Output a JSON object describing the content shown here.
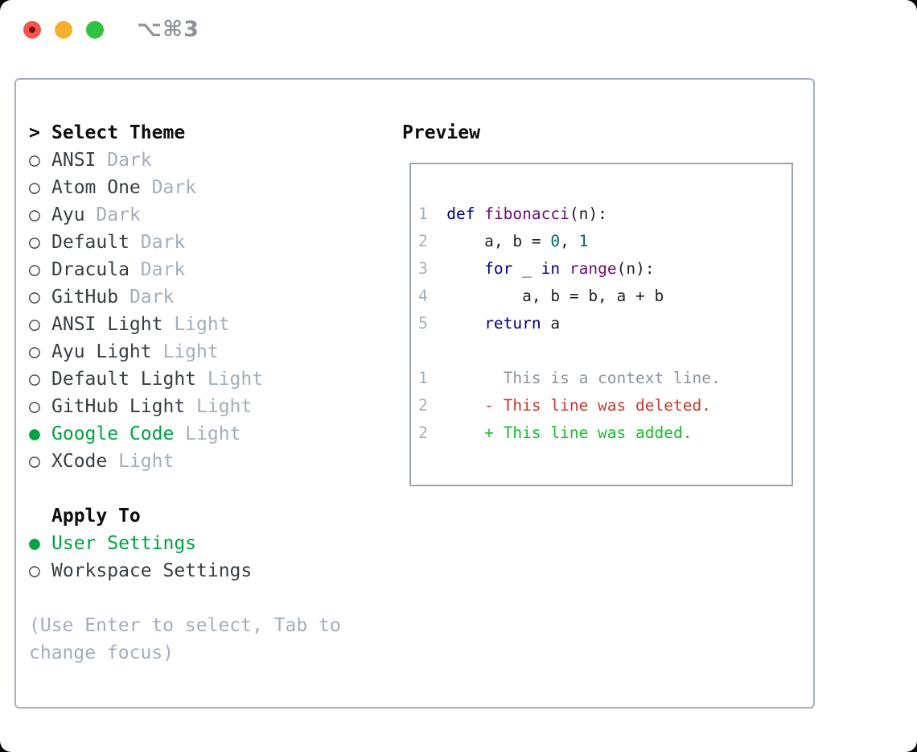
{
  "window": {
    "title": "⌥⌘3",
    "traffic_lights": [
      "close-button",
      "minimize-button",
      "zoom-button"
    ]
  },
  "colors": {
    "traffic_red": "#f4564e",
    "traffic_yellow": "#f5b02d",
    "traffic_green": "#2fc341",
    "panel_border": "#a8b0ba",
    "preview_border": "#9aa3af",
    "text_dark": "#383e44",
    "text_muted": "#a4aebb",
    "selection_green": "#00a341",
    "code_keyword": "#000088",
    "code_function": "#6e0d78",
    "code_literal": "#006666",
    "diff_context": "#8d949c",
    "diff_deleted": "#c53b2c",
    "diff_added": "#16bd2a"
  },
  "theme_panel": {
    "header": {
      "marker": ">",
      "label": "Select Theme"
    },
    "themes": [
      {
        "marker": "○",
        "name": "ANSI",
        "variant": "Dark",
        "selected": false
      },
      {
        "marker": "○",
        "name": "Atom One",
        "variant": "Dark",
        "selected": false
      },
      {
        "marker": "○",
        "name": "Ayu",
        "variant": "Dark",
        "selected": false
      },
      {
        "marker": "○",
        "name": "Default",
        "variant": "Dark",
        "selected": false
      },
      {
        "marker": "○",
        "name": "Dracula",
        "variant": "Dark",
        "selected": false
      },
      {
        "marker": "○",
        "name": "GitHub",
        "variant": "Dark",
        "selected": false
      },
      {
        "marker": "○",
        "name": "ANSI Light",
        "variant": "Light",
        "selected": false
      },
      {
        "marker": "○",
        "name": "Ayu Light",
        "variant": "Light",
        "selected": false
      },
      {
        "marker": "○",
        "name": "Default Light",
        "variant": "Light",
        "selected": false
      },
      {
        "marker": "○",
        "name": "GitHub Light",
        "variant": "Light",
        "selected": false
      },
      {
        "marker": "●",
        "name": "Google Code",
        "variant": "Light",
        "selected": true
      },
      {
        "marker": "○",
        "name": "XCode",
        "variant": "Light",
        "selected": false
      }
    ],
    "apply_to": {
      "header": "Apply To",
      "options": [
        {
          "marker": "●",
          "label": "User Settings",
          "selected": true
        },
        {
          "marker": "○",
          "label": "Workspace Settings",
          "selected": false
        }
      ]
    },
    "help": [
      "(Use Enter to select, Tab to",
      "change focus)"
    ]
  },
  "preview": {
    "header": "Preview",
    "code_lines": [
      {
        "num": "1",
        "segments": [
          {
            "c": "kwd",
            "s": "def"
          },
          {
            "c": "pln",
            "s": " "
          },
          {
            "c": "typ",
            "s": "fibonacci"
          },
          {
            "c": "pln",
            "s": "(n):"
          }
        ]
      },
      {
        "num": "2",
        "segments": [
          {
            "c": "pln",
            "s": "    a, b = "
          },
          {
            "c": "lit",
            "s": "0"
          },
          {
            "c": "pln",
            "s": ", "
          },
          {
            "c": "lit",
            "s": "1"
          }
        ]
      },
      {
        "num": "3",
        "segments": [
          {
            "c": "pln",
            "s": "    "
          },
          {
            "c": "kwd",
            "s": "for"
          },
          {
            "c": "pln",
            "s": " _ "
          },
          {
            "c": "kwd",
            "s": "in"
          },
          {
            "c": "pln",
            "s": " "
          },
          {
            "c": "typ",
            "s": "range"
          },
          {
            "c": "pln",
            "s": "(n):"
          }
        ]
      },
      {
        "num": "4",
        "segments": [
          {
            "c": "pln",
            "s": "        a, b = b, a + b"
          }
        ]
      },
      {
        "num": "5",
        "segments": [
          {
            "c": "pln",
            "s": "    "
          },
          {
            "c": "kwd",
            "s": "return"
          },
          {
            "c": "pln",
            "s": " a"
          }
        ]
      },
      {
        "num": "",
        "segments": []
      },
      {
        "num": "1",
        "segments": [
          {
            "c": "ctx",
            "s": "      This is a context line."
          }
        ]
      },
      {
        "num": "2",
        "segments": [
          {
            "c": "del",
            "s": "    - This line was deleted."
          }
        ]
      },
      {
        "num": "2",
        "segments": [
          {
            "c": "add",
            "s": "    + This line was added."
          }
        ]
      }
    ]
  }
}
